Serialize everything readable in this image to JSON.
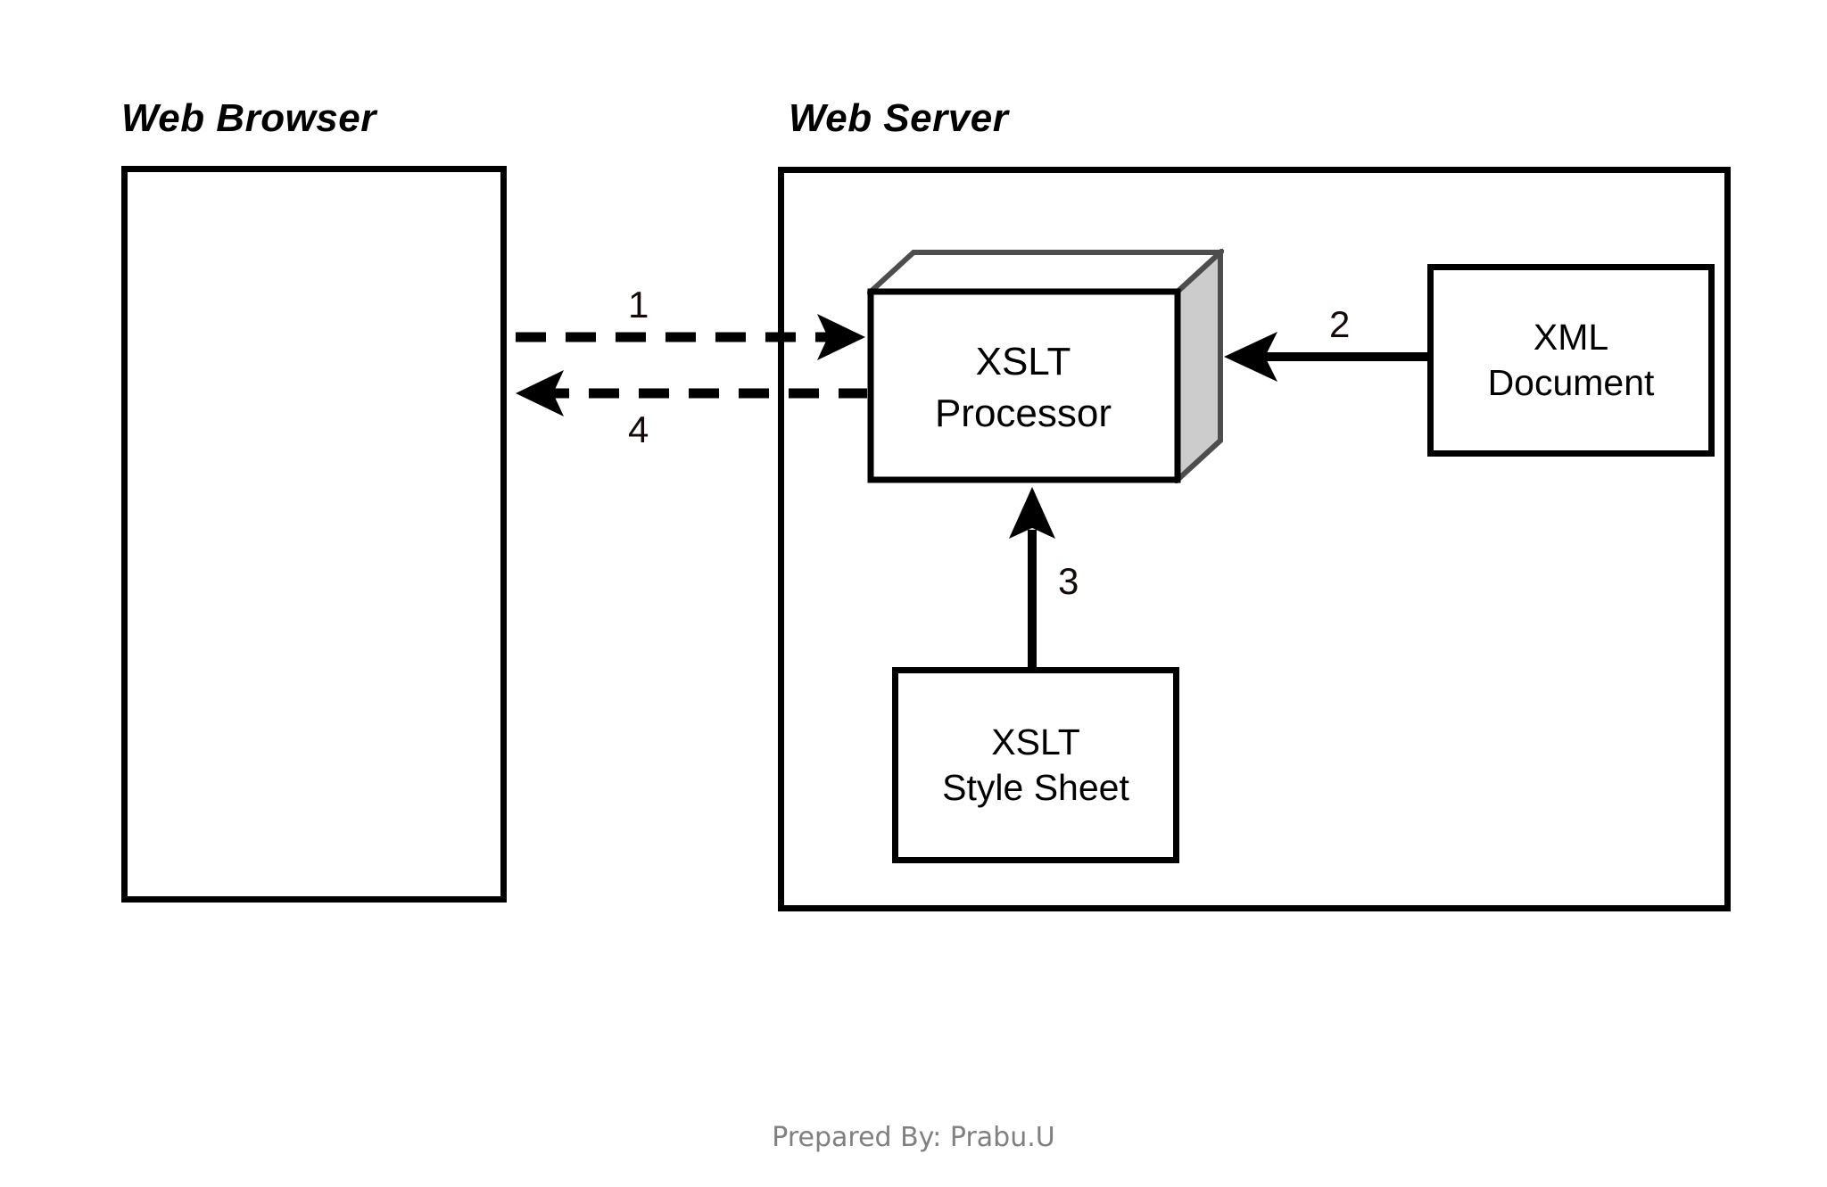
{
  "diagram": {
    "title_web_browser": "Web Browser",
    "title_web_server": "Web Server",
    "processor": {
      "line1": "XSLT",
      "line2": "Processor",
      "face_front_color": "#ffffff",
      "face_side_color": "#cccccc",
      "face_top_color": "#ffffff",
      "outline_color": "#000000"
    },
    "xml_document": {
      "line1": "XML",
      "line2": "Document"
    },
    "xslt_stylesheet": {
      "line1": "XSLT",
      "line2": "Style Sheet"
    },
    "steps": [
      {
        "number": "1",
        "style": "dashed",
        "direction": "right",
        "from": "Web Browser",
        "to": "XSLT Processor"
      },
      {
        "number": "2",
        "style": "solid",
        "direction": "left",
        "from": "XML Document",
        "to": "XSLT Processor"
      },
      {
        "number": "3",
        "style": "solid",
        "direction": "up",
        "from": "XSLT Style Sheet",
        "to": "XSLT Processor"
      },
      {
        "number": "4",
        "style": "dashed",
        "direction": "left",
        "from": "XSLT Processor",
        "to": "Web Browser"
      }
    ],
    "footer_credit": "Prepared By: Prabu.U",
    "colors": {
      "background": "#ffffff",
      "stroke": "#000000",
      "footer_text": "#808080"
    }
  }
}
